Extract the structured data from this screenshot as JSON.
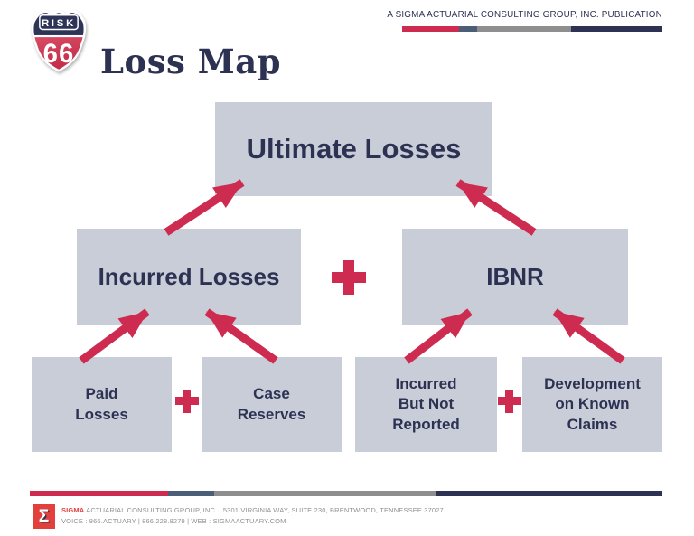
{
  "header": {
    "logo": {
      "top_text": "RISK",
      "bottom_text": "66"
    },
    "title": "Loss Map",
    "publication": "A SIGMA ACTUARIAL CONSULTING GROUP, INC. PUBLICATION"
  },
  "diagram": {
    "operator": "+",
    "nodes": {
      "ultimate": {
        "label": "Ultimate Losses"
      },
      "incurred": {
        "label": "Incurred Losses"
      },
      "ibnr": {
        "label": "IBNR"
      },
      "paid": {
        "label": "Paid\nLosses"
      },
      "case": {
        "label": "Case\nReserves"
      },
      "ibnr_detail": {
        "label": "Incurred\nBut Not\nReported"
      },
      "development": {
        "label": "Development\non Known\nClaims"
      }
    },
    "edges": [
      {
        "from": "incurred",
        "to": "ultimate"
      },
      {
        "from": "ibnr",
        "to": "ultimate"
      },
      {
        "from": "paid",
        "to": "incurred"
      },
      {
        "from": "case",
        "to": "incurred"
      },
      {
        "from": "ibnr_detail",
        "to": "ibnr"
      },
      {
        "from": "development",
        "to": "ibnr"
      }
    ]
  },
  "footer": {
    "sigma_glyph": "Σ",
    "line1_brand": "SIGMA",
    "line1_rest": " ACTUARIAL CONSULTING GROUP, INC.  |  5301 VIRGINIA WAY, SUITE 230, BRENTWOOD, TENNESSEE 37027",
    "line2": "VOICE : 866.ACTUARY  |  866.228.8279  |  WEB : SIGMAACTUARY.COM"
  },
  "colors": {
    "navy": "#2d3253",
    "crimson": "#ce2b50",
    "box_fill": "#c9cdd8",
    "bar_blue_gray": "#4a5e78",
    "bar_gray": "#8e8e8e",
    "footer_text_gray": "#8f9094",
    "sigma_red": "#e2403c"
  }
}
